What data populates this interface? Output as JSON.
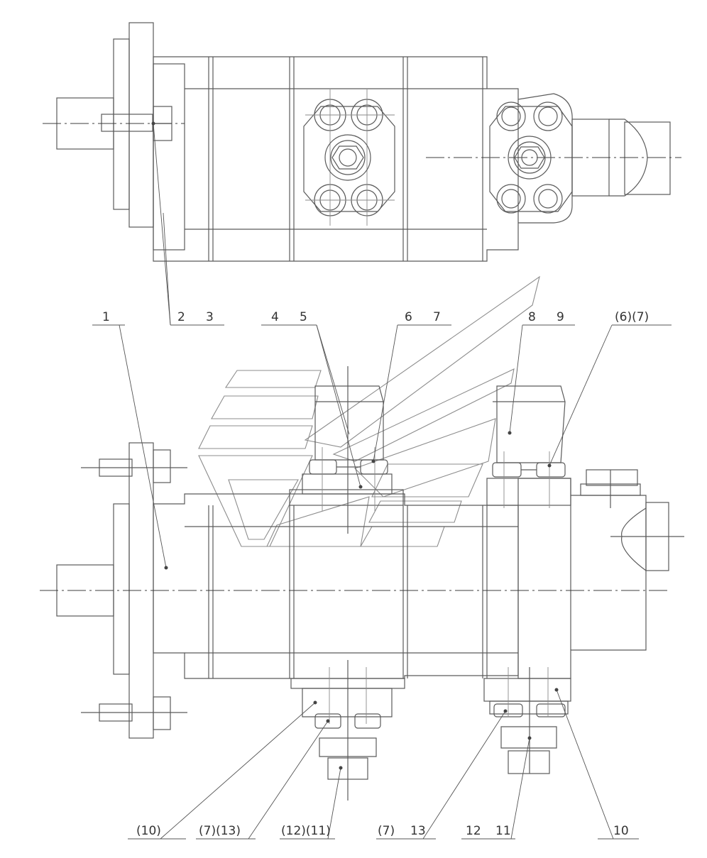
{
  "callouts": {
    "c1": "1",
    "c2": "2",
    "c3": "3",
    "c4": "4",
    "c5": "5",
    "c6": "6",
    "c7": "7",
    "c8": "8",
    "c9": "9",
    "c67": "(6)(7)",
    "c10p": "(10)",
    "c713p": "(7)(13)",
    "c1211p": "(12)(11)",
    "c7p": "(7)",
    "c13": "13",
    "c12": "12",
    "c11": "11",
    "c10": "10"
  },
  "colors": {
    "line": "#5a5a5a",
    "text": "#333333",
    "watermark": "#8c8c8c"
  }
}
